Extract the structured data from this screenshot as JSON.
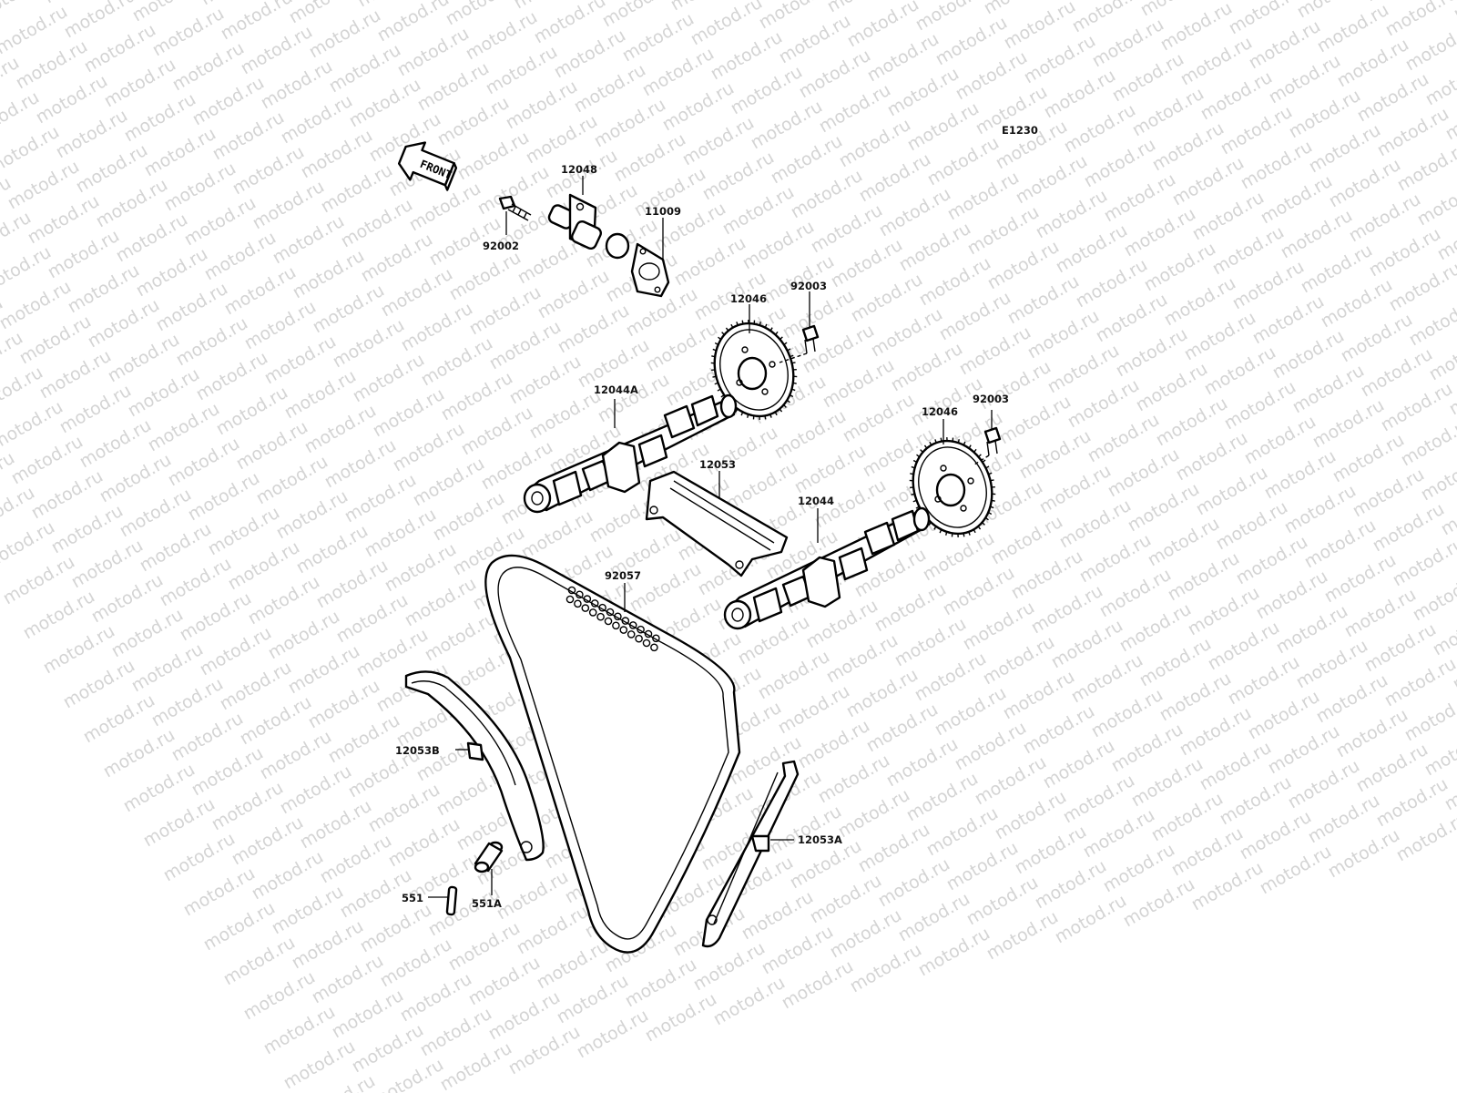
{
  "diagram": {
    "code": "E1230",
    "front_label": "FRONT",
    "watermark_text": "motod.ru",
    "labels": {
      "p12048": "12048",
      "p11009": "11009",
      "p92002": "92002",
      "p12046_upper": "12046",
      "p92003_upper": "92003",
      "p12044A": "12044A",
      "p12046_lower": "12046",
      "p92003_lower": "92003",
      "p12053": "12053",
      "p12044": "12044",
      "p92057": "92057",
      "p12053B": "12053B",
      "p12053A": "12053A",
      "p551": "551",
      "p551A": "551A"
    }
  },
  "colors": {
    "line": "#000000",
    "watermark": "#d4d4d4",
    "background": "#ffffff"
  }
}
